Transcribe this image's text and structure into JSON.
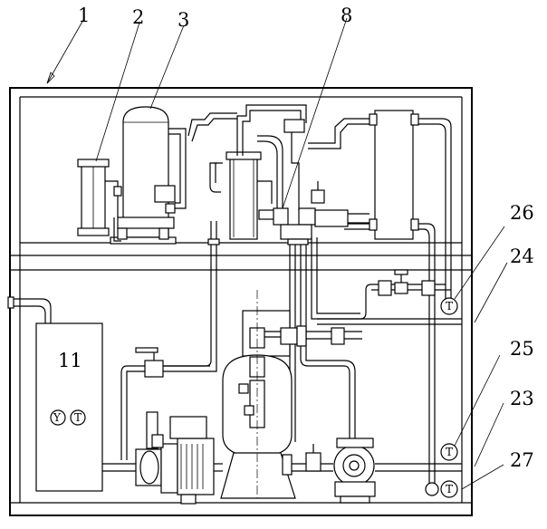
{
  "callouts": [
    {
      "id": "1",
      "text": "1"
    },
    {
      "id": "2",
      "text": "2"
    },
    {
      "id": "3",
      "text": "3"
    },
    {
      "id": "8",
      "text": "8"
    },
    {
      "id": "11",
      "text": "11"
    },
    {
      "id": "23",
      "text": "23"
    },
    {
      "id": "24",
      "text": "24"
    },
    {
      "id": "25",
      "text": "25"
    },
    {
      "id": "26",
      "text": "26"
    },
    {
      "id": "27",
      "text": "27"
    }
  ],
  "gauges": {
    "level_gauge": "Y",
    "temp_gauge_tank": "T",
    "temp_gauge_26": "T",
    "temp_gauge_25": "T",
    "temp_gauge_27": "T"
  }
}
